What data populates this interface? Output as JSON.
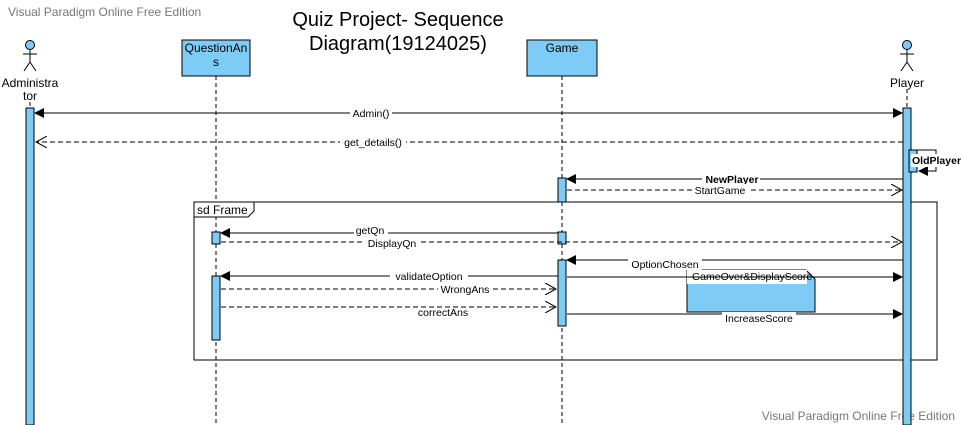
{
  "watermark_top": "Visual Paradigm Online Free Edition",
  "watermark_bottom": "Visual Paradigm Online Free Edition",
  "title_line1": "Quiz Project- Sequence",
  "title_line2": "Diagram(19124025)",
  "actors": {
    "admin_line1": "Administra",
    "admin_line2": "tor",
    "player": "Player"
  },
  "lifelines": {
    "questionans_line1": "QuestionAn",
    "questionans_line2": "s",
    "game": "Game"
  },
  "frame_label": "sd Frame",
  "messages": {
    "admin": "Admin()",
    "get_details": "get_details()",
    "old_player": "OldPlayer",
    "new_player": "NewPlayer",
    "start_game": "StartGame",
    "get_qn": "getQn",
    "display_qn": "DisplayQn",
    "option_chosen": "OptionChosen",
    "validate_option": "validateOption",
    "game_over": "GameOver&DisplayScore",
    "wrong_ans": "WrongAns",
    "correct_ans": "correctAns",
    "increase_score": "IncreaseScore"
  },
  "colors": {
    "box_fill": "#7ecbf5",
    "line": "#000000",
    "watermark": "#777777"
  }
}
